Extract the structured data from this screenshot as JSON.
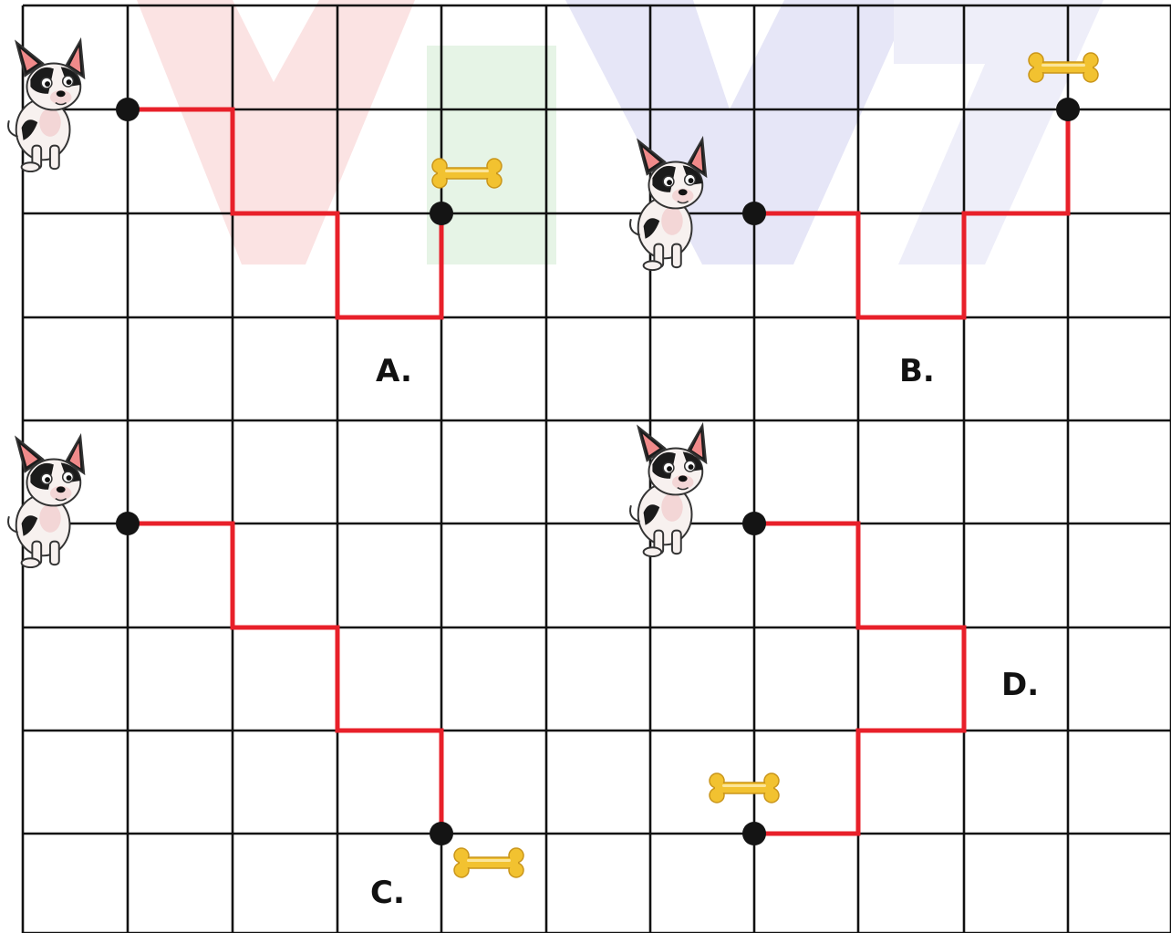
{
  "puzzle": {
    "options": [
      {
        "id": "A",
        "label": "A."
      },
      {
        "id": "B",
        "label": "B."
      },
      {
        "id": "C",
        "label": "C."
      },
      {
        "id": "D",
        "label": "D."
      }
    ]
  },
  "colors": {
    "path": "#e8202a",
    "grid": "#111111",
    "dot": "#141414",
    "bone": "#f2c230",
    "watermark_red": "#fbe3e3",
    "watermark_green": "#e6f4e6",
    "watermark_blue": "#e6e6f7"
  },
  "icons": {
    "dog": "dog-icon",
    "bone": "bone-icon"
  }
}
